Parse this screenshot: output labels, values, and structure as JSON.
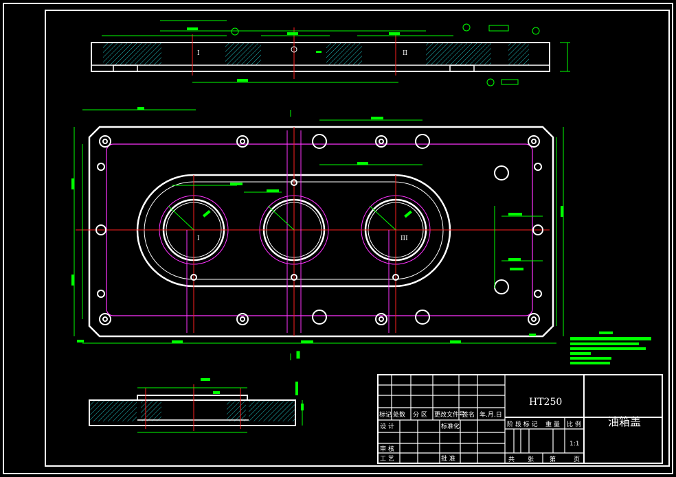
{
  "drawing": {
    "material": "HT250",
    "part_name": "油箱盖",
    "scale": "1:1",
    "section_labels": [
      "I",
      "II",
      "III"
    ]
  },
  "title_block": {
    "row1": [
      "标记",
      "处数",
      "分 区",
      "更改文件号",
      "签名",
      "年.月.日"
    ],
    "design": "设 计",
    "standardize": "标准化",
    "check": "审 核",
    "process": "工 艺",
    "approve": "批 准",
    "stage_header": [
      "阶 段 标 记",
      "重 量",
      "比 例"
    ],
    "sheet_row": [
      "共",
      "张",
      "第",
      "页"
    ]
  },
  "colors": {
    "background": "#000000",
    "outline": "#ffffff",
    "dimension": "#00ff00",
    "centerline": "#ff2020",
    "inner_contour": "#ff33ff",
    "hatch": "#20c0c0",
    "label_box": "#00ff00"
  }
}
